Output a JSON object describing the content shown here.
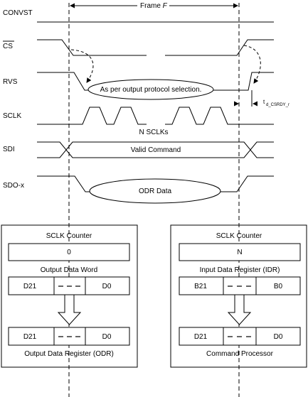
{
  "frame": {
    "label_prefix": "Frame ",
    "label_var": "F"
  },
  "signals": {
    "convst": "CONVST",
    "cs": "CS",
    "rvs": "RVS",
    "sclk": "SCLK",
    "sdi": "SDI",
    "sdo": "SDO-x"
  },
  "annotations": {
    "rvs_bubble": "As per output protocol selection.",
    "n_sclks": "N SCLKs",
    "valid_command": "Valid Command",
    "odr_data": "ODR Data",
    "timing_t": "t",
    "timing_sub": "d_CSRDY_r"
  },
  "left_block": {
    "counter_title": "SCLK Counter",
    "counter_value": "0",
    "word_label": "Output Data Word",
    "top_msb": "D21",
    "top_lsb": "D0",
    "bottom_msb": "D21",
    "bottom_lsb": "D0",
    "bottom_label": "Output Data Register (ODR)"
  },
  "right_block": {
    "counter_title": "SCLK Counter",
    "counter_value": "N",
    "word_label": "Input Data Register (IDR)",
    "top_msb": "B21",
    "top_lsb": "B0",
    "bottom_msb": "D21",
    "bottom_lsb": "D0",
    "bottom_label": "Command Processor"
  }
}
